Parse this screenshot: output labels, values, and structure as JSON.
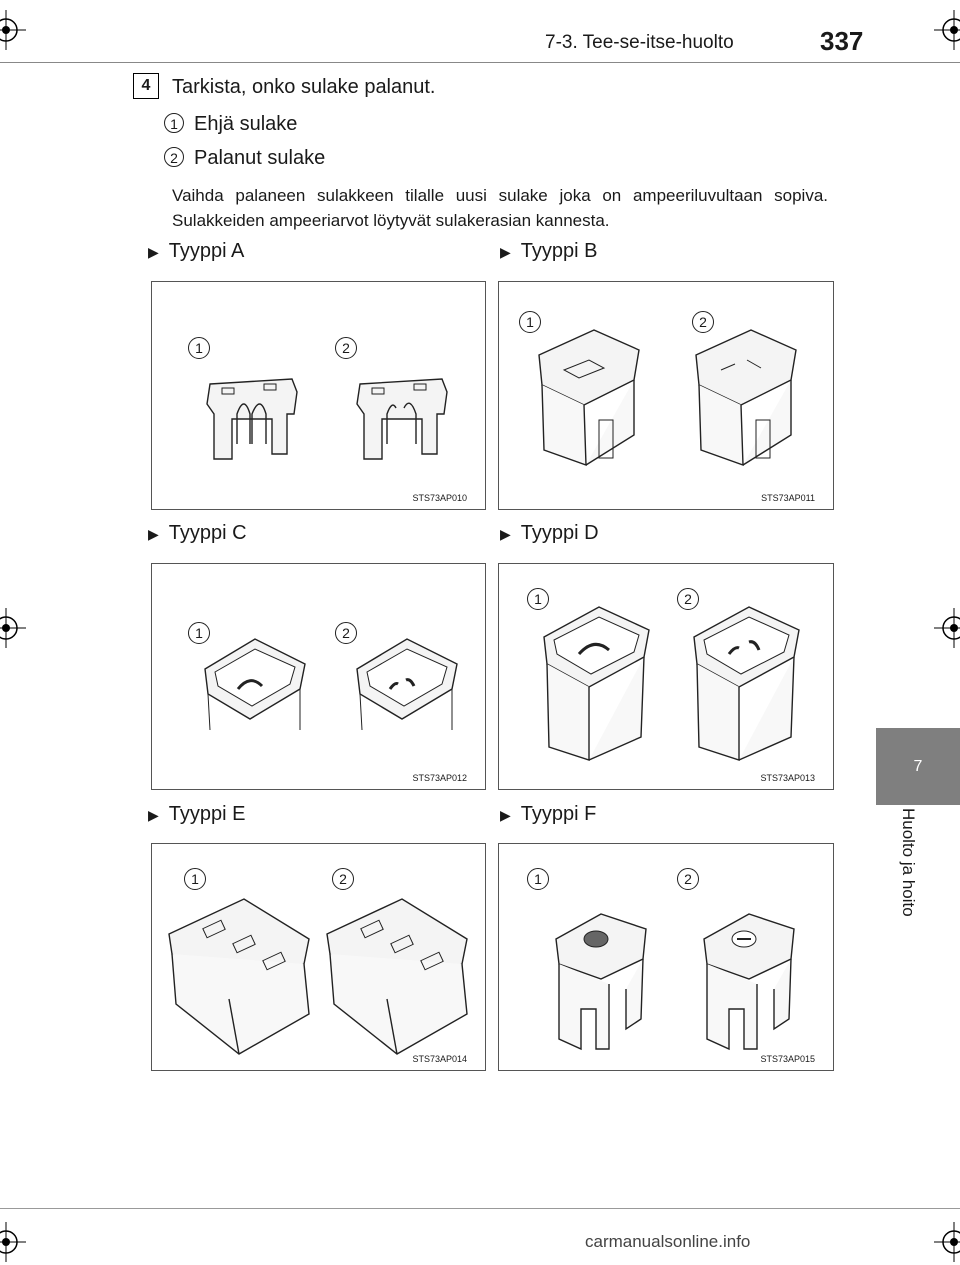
{
  "header": {
    "section": "7-3. Tee-se-itse-huolto",
    "page_number": "337"
  },
  "side": {
    "chapter_number": "7",
    "chapter_title": "Huolto ja hoito"
  },
  "step": {
    "number": "4",
    "instruction": "Tarkista, onko sulake palanut.",
    "items": [
      {
        "marker": "1",
        "label": "Ehjä sulake"
      },
      {
        "marker": "2",
        "label": "Palanut sulake"
      }
    ],
    "note": "Vaihda palaneen sulakkeen tilalle uusi sulake joka on ampeeriluvultaan sopiva. Sulakkeiden ampeeriarvot löytyvät sulakerasian kannesta."
  },
  "types": [
    {
      "label": "Tyyppi A",
      "code": "STS73AP010",
      "m1": "1",
      "m2": "2"
    },
    {
      "label": "Tyyppi B",
      "code": "STS73AP011",
      "m1": "1",
      "m2": "2"
    },
    {
      "label": "Tyyppi C",
      "code": "STS73AP012",
      "m1": "1",
      "m2": "2"
    },
    {
      "label": "Tyyppi D",
      "code": "STS73AP013",
      "m1": "1",
      "m2": "2"
    },
    {
      "label": "Tyyppi E",
      "code": "STS73AP014",
      "m1": "1",
      "m2": "2"
    },
    {
      "label": "Tyyppi F",
      "code": "STS73AP015",
      "m1": "1",
      "m2": "2"
    }
  ],
  "footer": {
    "watermark": "carmanualsonline.info"
  },
  "icons": {
    "type_marker": "triangle-right-icon",
    "registration_mark": "crosshair-icon"
  }
}
